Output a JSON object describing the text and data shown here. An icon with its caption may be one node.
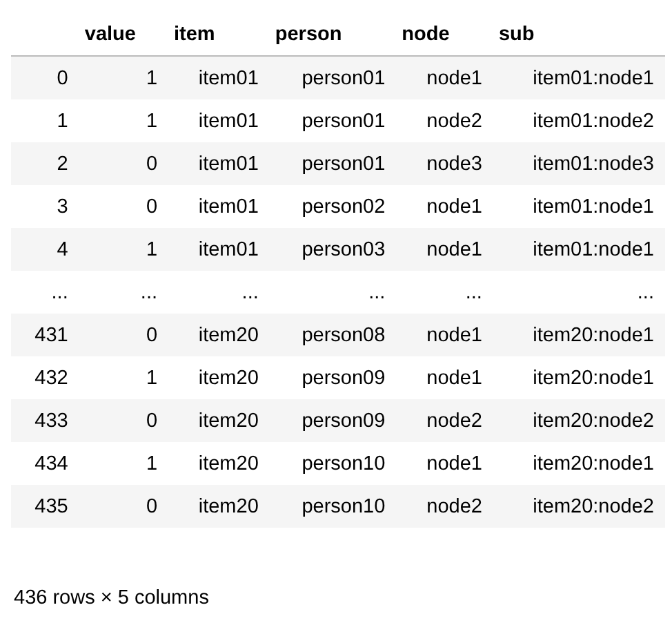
{
  "diagram": {
    "labels": [
      "value",
      "item",
      "person",
      "node",
      "sub",
      "0",
      "1",
      "item01",
      "person01",
      "node1",
      "item01:node1",
      "1",
      "1",
      "item01",
      "person01",
      "node2",
      "item01:node2",
      "2",
      "0",
      "item01",
      "person01",
      "node3",
      "item01:node3",
      "3",
      "0",
      "item01",
      "person02",
      "node1",
      "item01:node1",
      "4",
      "1",
      "item01",
      "person03",
      "node1",
      "item01:node1",
      "...",
      "...",
      "...",
      "...",
      "...",
      "...",
      "431",
      "0",
      "item20",
      "person08",
      "node1",
      "item20:node1",
      "432",
      "1",
      "item20",
      "person09",
      "node1",
      "item20:node1",
      "433",
      "0",
      "item20",
      "person09",
      "node2",
      "item20:node2",
      "434",
      "1",
      "item20",
      "person10",
      "node1",
      "item20:node1",
      "435",
      "0",
      "item20",
      "person10",
      "node2",
      "item20:node2",
      "436 rows × 5 columns"
    ]
  }
}
